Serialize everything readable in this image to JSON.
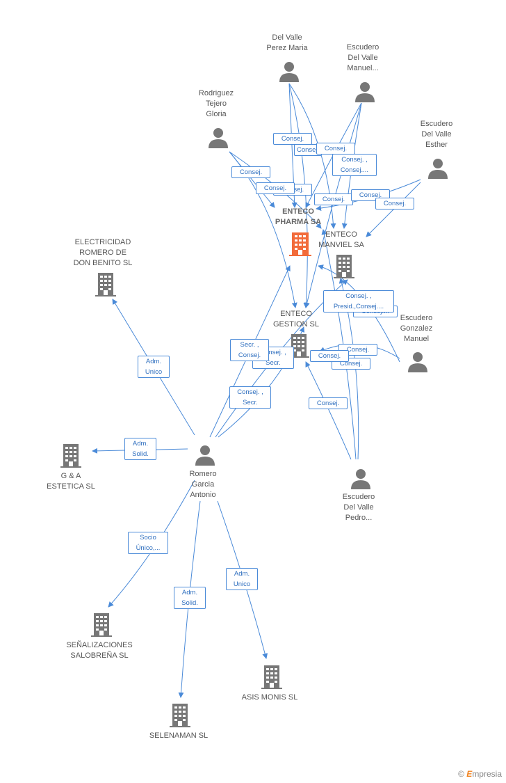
{
  "colors": {
    "edge": "#4a8ad8",
    "node_gray": "#777777",
    "focus": "#f26b3a",
    "label": "#555555"
  },
  "nodes": {
    "enteco_pharma": {
      "label": "ENTECO\nPHARMA SA",
      "type": "company-focus"
    },
    "enteco_manviel": {
      "label": "ENTECO\nMANVIEL SA",
      "type": "company"
    },
    "enteco_gestion": {
      "label": "ENTECO\nGESTION SL",
      "type": "company"
    },
    "electricidad": {
      "label": "ELECTRICIDAD\nROMERO DE\nDON BENITO SL",
      "type": "company"
    },
    "gya": {
      "label": "G & A\nESTETICA SL",
      "type": "company"
    },
    "senalizaciones": {
      "label": "SEÑALIZACIONES\nSALOBREÑA SL",
      "type": "company"
    },
    "selenaman": {
      "label": "SELENAMAN SL",
      "type": "company"
    },
    "asis": {
      "label": "ASIS MONIS  SL",
      "type": "company"
    },
    "delvalle": {
      "label": "Del Valle\nPerez Maria",
      "type": "person"
    },
    "escudero_manuel": {
      "label": "Escudero\nDel Valle\nManuel...",
      "type": "person"
    },
    "rodriguez": {
      "label": "Rodriguez\nTejero\nGloria",
      "type": "person"
    },
    "escudero_esther": {
      "label": "Escudero\nDel Valle\nEsther",
      "type": "person"
    },
    "escudero_gonzalez": {
      "label": "Escudero\nGonzalez\nManuel",
      "type": "person"
    },
    "escudero_pedro": {
      "label": "Escudero\nDel Valle\nPedro...",
      "type": "person"
    },
    "romero": {
      "label": "Romero\nGarcia\nAntonio",
      "type": "person"
    }
  },
  "roles": [
    "Consej.",
    "Consej.",
    "Consej.",
    "Consej. ,\nConsej....",
    "Consej.",
    "Consej.",
    "Consej.",
    "Consej.",
    "Consej.",
    "Consej.",
    "Consej. ,\nPresid.,Consej....",
    "Consej....",
    "Consej.",
    "Consej.",
    "Consej.",
    "Secr. ,\nConsej.",
    "Consej. ,\nSecr.",
    "Consej. ,\nSecr.",
    "Consej.",
    "Adm.\nUnico",
    "Adm.\nSolid.",
    "Socio\nÚnico,...",
    "Adm.\nSolid.",
    "Adm.\nUnico"
  ],
  "brand": {
    "copyright": "©",
    "name": "mpresia",
    "initial": "E"
  }
}
